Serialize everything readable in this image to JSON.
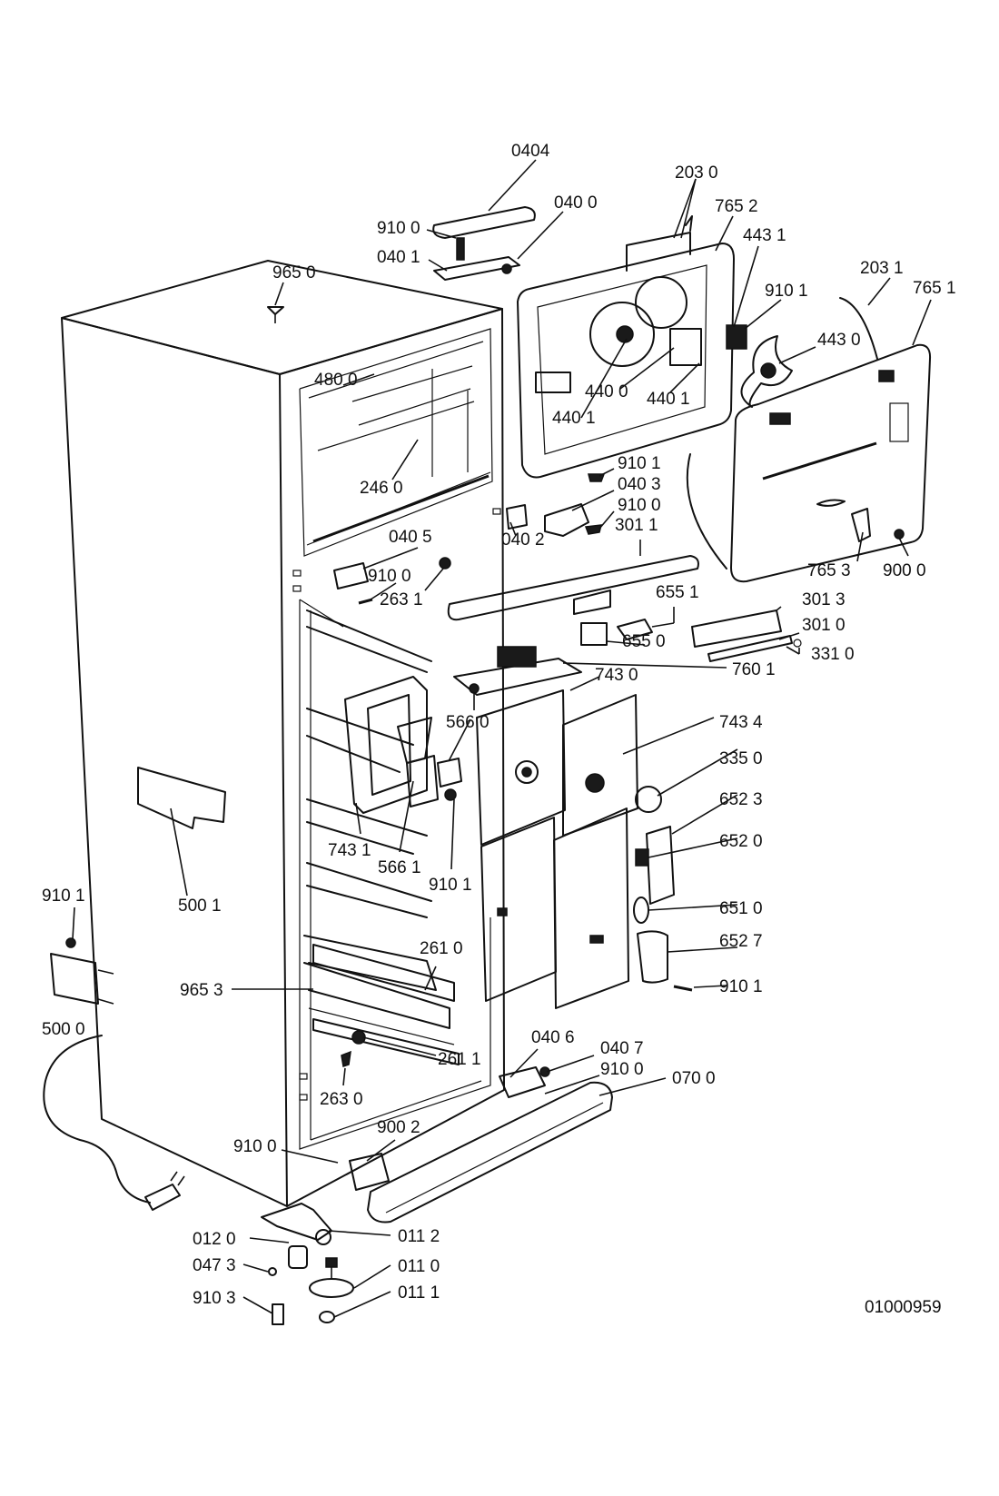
{
  "drawing_number": "01000959",
  "labels": {
    "l0404": "0404",
    "l2030": "203 0",
    "l0400": "040 0",
    "l7652": "765 2",
    "l9100a": "910 0",
    "l4431": "443 1",
    "l0401": "040 1",
    "l2031": "203 1",
    "l9650": "965 0",
    "l7651": "765 1",
    "l9101a": "910 1",
    "l4430": "443 0",
    "l4800": "480 0",
    "l4400": "440 0",
    "l4401a": "440 1",
    "l4401b": "440 1",
    "l2460": "246 0",
    "l9101b": "910 1",
    "l0403": "040 3",
    "l9100b": "910 0",
    "l0405": "040 5",
    "l0402": "040 2",
    "l3011": "301 1",
    "l9100c": "910 0",
    "l7653": "765 3",
    "l9000": "900 0",
    "l2631": "263 1",
    "l6551": "655 1",
    "l3013": "301 3",
    "l3010": "301 0",
    "l6550": "655 0",
    "l3310": "331 0",
    "l7601": "760 1",
    "l7430": "743 0",
    "l5660": "566 0",
    "l7434": "743 4",
    "l3350": "335 0",
    "l6523": "652 3",
    "l6520": "652 0",
    "l7431": "743 1",
    "l5661": "566 1",
    "l9101c": "910 1",
    "l6510": "651 0",
    "l5001": "500 1",
    "l9101d": "910 1",
    "l6527": "652 7",
    "l2610": "261 0",
    "l9101e": "910 1",
    "l9653": "965 3",
    "l5000": "500 0",
    "l0406": "040 6",
    "l0407": "040 7",
    "l2611": "261 1",
    "l9100d": "910 0",
    "l0700": "070 0",
    "l2630": "263 0",
    "l9002": "900 2",
    "l9100e": "910 0",
    "l0120": "012 0",
    "l0112": "011 2",
    "l0473": "047 3",
    "l0110": "011 0",
    "l9103": "910 3",
    "l0111": "011 1"
  }
}
